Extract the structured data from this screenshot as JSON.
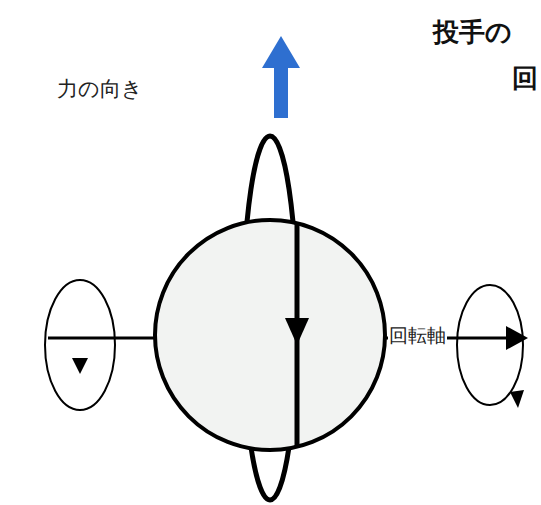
{
  "diagram": {
    "labels": [
      "投手の",
      "回",
      "力の向き",
      "回転軸"
    ]
  }
}
